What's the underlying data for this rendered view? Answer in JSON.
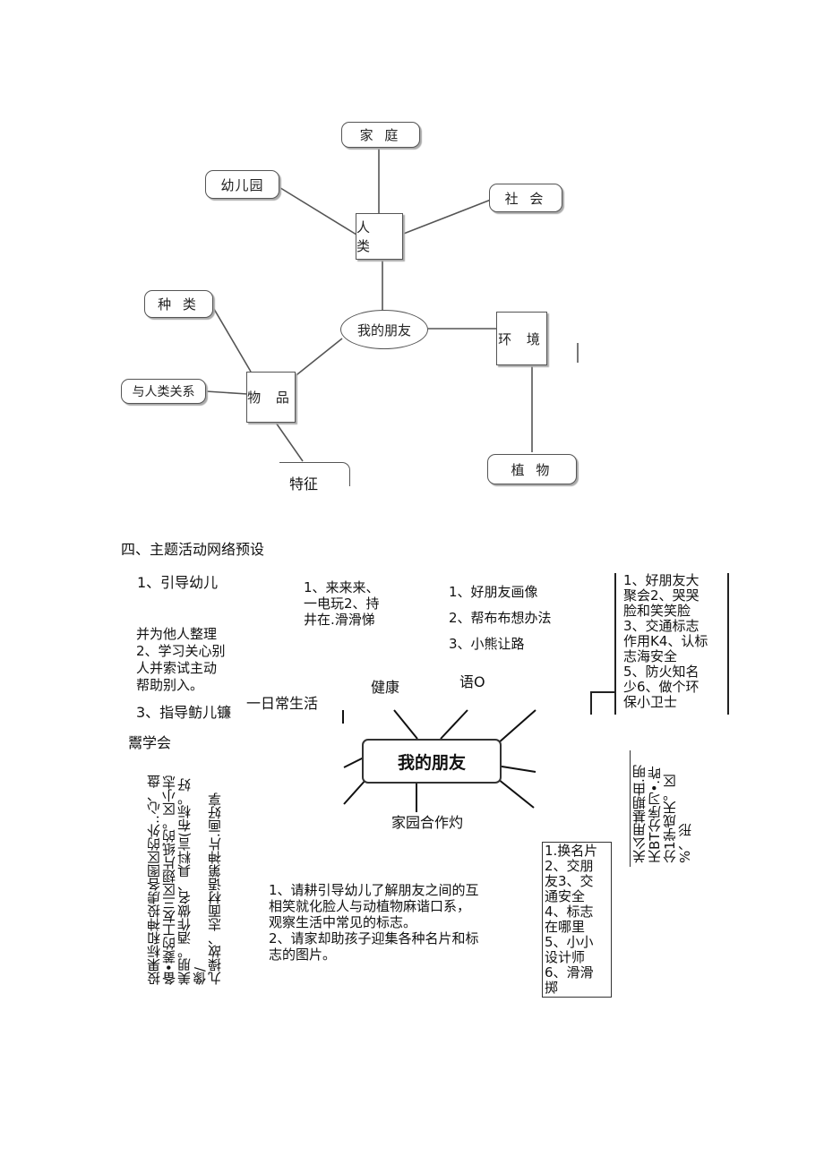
{
  "mindmap": {
    "center": "我的朋友",
    "human": "人 类",
    "family": "家 庭",
    "kindergarten": "幼儿园",
    "society": "社 会",
    "environment": "环 境",
    "plants": "植  物",
    "objects": "物 品",
    "species": "种  类",
    "relation": "与人类关系",
    "features": "特征"
  },
  "section_heading": "四、主题活动网络预设",
  "network": {
    "col1_top": "1、引导幼儿",
    "col1_mid": "并为他人整理\n2、学习关心别\n人并索试主动\n帮助别入。",
    "col1_item3": "3、指导鲂儿镰",
    "col1_tail": "鬻学会",
    "col2": "1、来来来、\n一电玩2、持\n井在.滑滑悌",
    "col3": "1、好朋友画像\n2、帮布布想办法\n3、小熊让路",
    "col4": "1、好朋友大\n聚会2、哭哭\n脸和笑笑脸\n3、交通标志\n作用K4、认标\n志海安全\n5、防火知名\n少6、做个环\n保小卫士",
    "label_health": "健康",
    "label_language": "语O",
    "label_daily": "一日常生活",
    "center": "我的朋友",
    "label_home": "家园合作灼",
    "vertical_left": "投果标和神投虏各图区的外‥心、盘\n备•菱的工友三区翅片纸的。区小志\n美朋。酒作做名、具料言(布标。好像/\n九操故、志面材语第神片.画好享",
    "vertical_right": "关么用基期由.明\n天BT分序习•.昨\n分1学成天。区\n%、形",
    "bottom_para": "1、请耕引导幼儿了解朋友之间的互\n相笑就化脸人与动植物麻谐口系，\n观察生活中常见的标志。\n2、请家却助孩子迎集各种名片和标\n志的图片。",
    "right_box": "1.换名片\n2、交朋\n友3、交\n通安全\n4、标志\n在哪里\n5、小小\n设计师\n6、滑滑\n掷"
  }
}
